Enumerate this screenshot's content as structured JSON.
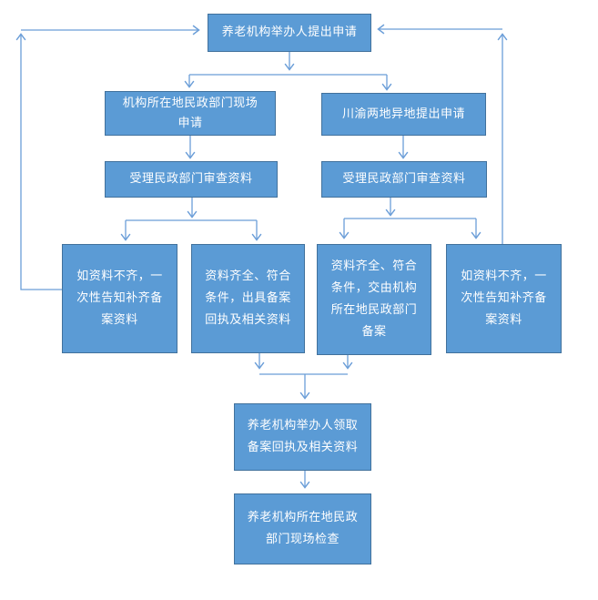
{
  "flowchart": {
    "nodes": {
      "apply": {
        "label": "养老机构举办人提出申请"
      },
      "onsite_apply": {
        "label": "机构所在地民政部门现场\n申请"
      },
      "remote_apply": {
        "label": "川渝两地异地提出申请"
      },
      "review_left": {
        "label": "受理民政部门审查资料"
      },
      "review_right": {
        "label": "受理民政部门审查资料"
      },
      "incomplete_left": {
        "label": "如资料不齐，一\n次性告知补齐备\n案资料"
      },
      "complete_issue": {
        "label": "资料齐全、符合\n条件，出具备案\n回执及相关资料"
      },
      "complete_transfer": {
        "label": "资料齐全、符合\n条件，交由机构\n所在地民政部门\n备案"
      },
      "incomplete_right": {
        "label": "如资料不齐，一\n次性告知补齐备\n案资料"
      },
      "receive": {
        "label": "养老机构举办人领取\n备案回执及相关资料"
      },
      "inspect": {
        "label": "养老机构所在地民政\n部门现场检查"
      }
    },
    "edges": [
      {
        "from": "apply",
        "to": "onsite_apply"
      },
      {
        "from": "apply",
        "to": "remote_apply"
      },
      {
        "from": "onsite_apply",
        "to": "review_left"
      },
      {
        "from": "remote_apply",
        "to": "review_right"
      },
      {
        "from": "review_left",
        "to": "incomplete_left"
      },
      {
        "from": "review_left",
        "to": "complete_issue"
      },
      {
        "from": "review_right",
        "to": "complete_transfer"
      },
      {
        "from": "review_right",
        "to": "incomplete_right"
      },
      {
        "from": "complete_issue",
        "to": "receive"
      },
      {
        "from": "complete_transfer",
        "to": "receive"
      },
      {
        "from": "incomplete_left",
        "to": "apply"
      },
      {
        "from": "incomplete_right",
        "to": "apply"
      },
      {
        "from": "receive",
        "to": "inspect"
      }
    ],
    "colors": {
      "node_fill": "#5B9BD5",
      "node_border": "#41719C",
      "node_text": "#FFFFFF",
      "connector": "#6B9ED8",
      "arrowhead": "#93BCE5",
      "background": "#FFFFFF"
    }
  }
}
